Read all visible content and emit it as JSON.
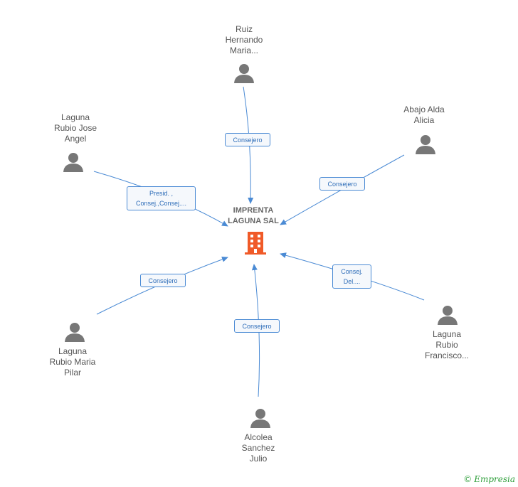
{
  "center": {
    "label": "IMPRENTA\nLAGUNA SAL",
    "icon": "building-icon",
    "color": "#f05a28"
  },
  "people": [
    {
      "id": "ruiz",
      "name": "Ruiz\nHernando\nMaria...",
      "relation": "Consejero"
    },
    {
      "id": "abajo",
      "name": "Abajo Alda\nAlicia",
      "relation": "Consejero"
    },
    {
      "id": "laguna-jose",
      "name": "Laguna\nRubio Jose\nAngel",
      "relation": "Presid. ,\nConsej.,Consej...."
    },
    {
      "id": "laguna-francisco",
      "name": "Laguna\nRubio\nFrancisco...",
      "relation": "Consej.\nDel...."
    },
    {
      "id": "laguna-pilar",
      "name": "Laguna\nRubio Maria\nPilar",
      "relation": "Consejero"
    },
    {
      "id": "alcolea",
      "name": "Alcolea\nSanchez\nJulio",
      "relation": "Consejero"
    }
  ],
  "colors": {
    "edge": "#4a8ad4",
    "person": "#777777",
    "text": "#555555"
  },
  "footer": {
    "copyright": "©",
    "brand": "Empresia"
  }
}
